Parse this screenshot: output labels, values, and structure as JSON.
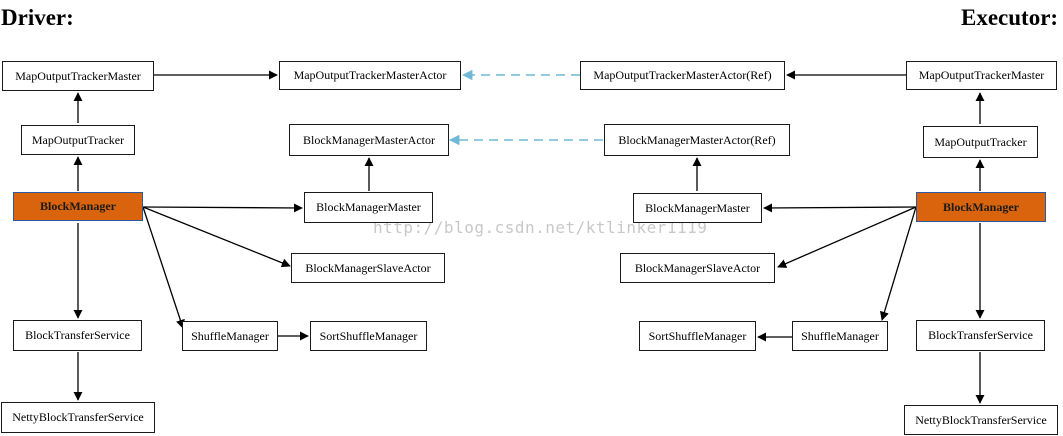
{
  "driver": {
    "heading": "Driver:",
    "nodes": {
      "map_output_tracker_master": "MapOutputTrackerMaster",
      "map_output_tracker_master_actor": "MapOutputTrackerMasterActor",
      "map_output_tracker": "MapOutputTracker",
      "block_manager_master_actor": "BlockManagerMasterActor",
      "block_manager": "BlockManager",
      "block_manager_master": "BlockManagerMaster",
      "block_manager_slave_actor": "BlockManagerSlaveActor",
      "block_transfer_service": "BlockTransferService",
      "shuffle_manager": "ShuffleManager",
      "sort_shuffle_manager": "SortShuffleManager",
      "netty_block_transfer_service": "NettyBlockTransferService"
    }
  },
  "executor": {
    "heading": "Executor:",
    "nodes": {
      "map_output_tracker_master_actor_ref": "MapOutputTrackerMasterActor(Ref)",
      "map_output_tracker_master": "MapOutputTrackerMaster",
      "block_manager_master_actor_ref": "BlockManagerMasterActor(Ref)",
      "map_output_tracker": "MapOutputTracker",
      "block_manager_master": "BlockManagerMaster",
      "block_manager": "BlockManager",
      "block_manager_slave_actor": "BlockManagerSlaveActor",
      "sort_shuffle_manager": "SortShuffleManager",
      "shuffle_manager": "ShuffleManager",
      "block_transfer_service": "BlockTransferService",
      "netty_block_transfer_service": "NettyBlockTransferService"
    }
  },
  "watermark": "http://blog.csdn.net/ktlinker1119",
  "colors": {
    "highlight_fill": "#d9640d",
    "highlight_border": "#2c5aa0",
    "dashed_edge": "#6fb9d6",
    "solid_edge": "#000000"
  }
}
